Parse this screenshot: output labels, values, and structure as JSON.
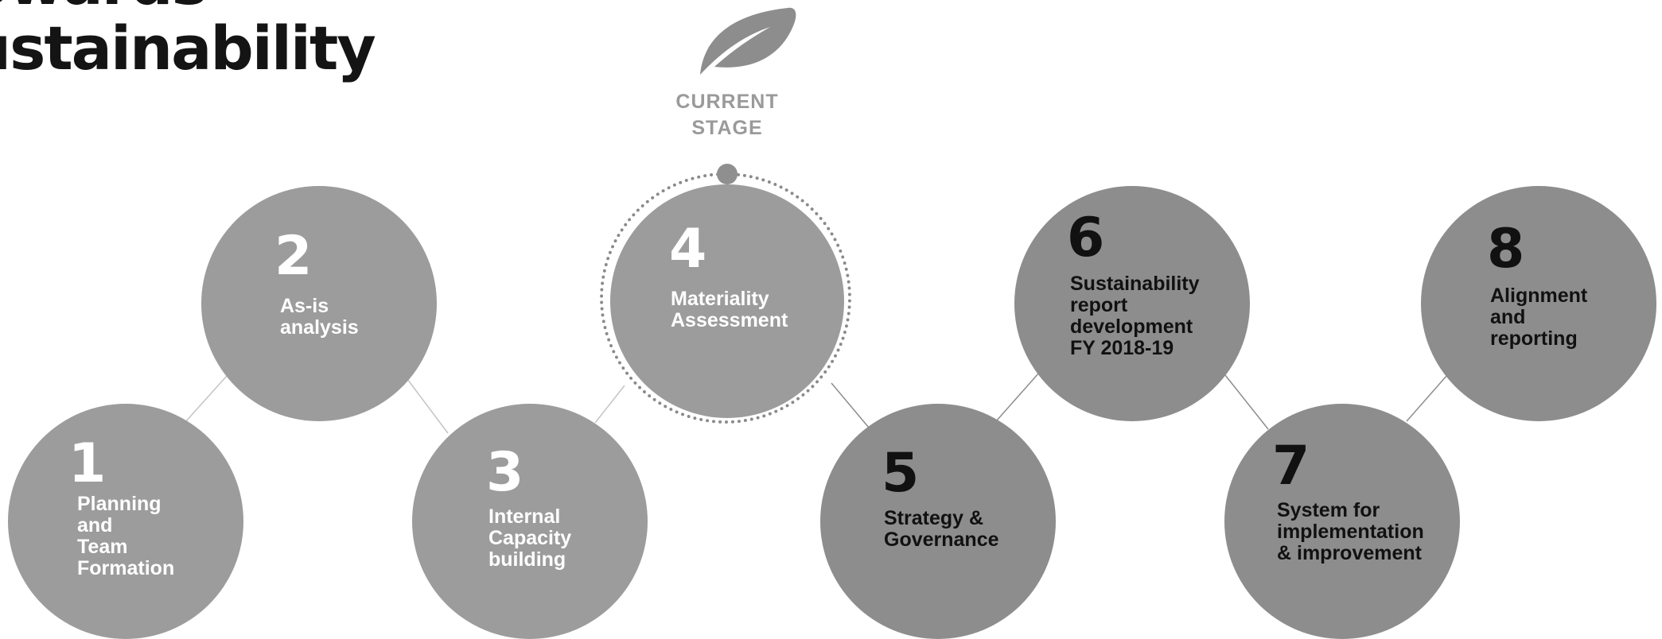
{
  "title": {
    "line1": "owards",
    "line2": "ustainability"
  },
  "current_stage_label": "CURRENT\nSTAGE",
  "stages": [
    {
      "number": "1",
      "label": "Planning\nand\nTeam\nFormation"
    },
    {
      "number": "2",
      "label": "As-is\nanalysis"
    },
    {
      "number": "3",
      "label": "Internal\nCapacity\nbuilding"
    },
    {
      "number": "4",
      "label": "Materiality\nAssessment"
    },
    {
      "number": "5",
      "label": "Strategy &\nGovernance"
    },
    {
      "number": "6",
      "label": "Sustainability\nreport\ndevelopment\nFY 2018-19"
    },
    {
      "number": "7",
      "label": "System for\nimplementation\n& improvement"
    },
    {
      "number": "8",
      "label": "Alignment\nand\nreporting"
    }
  ],
  "current_stage_number": "4",
  "colors": {
    "completed": "#9c9c9c",
    "upcoming": "#8d8d8d",
    "ring": "#8a8a8a",
    "title": "#141414"
  },
  "icons": {
    "current_stage": "leaf-icon"
  }
}
